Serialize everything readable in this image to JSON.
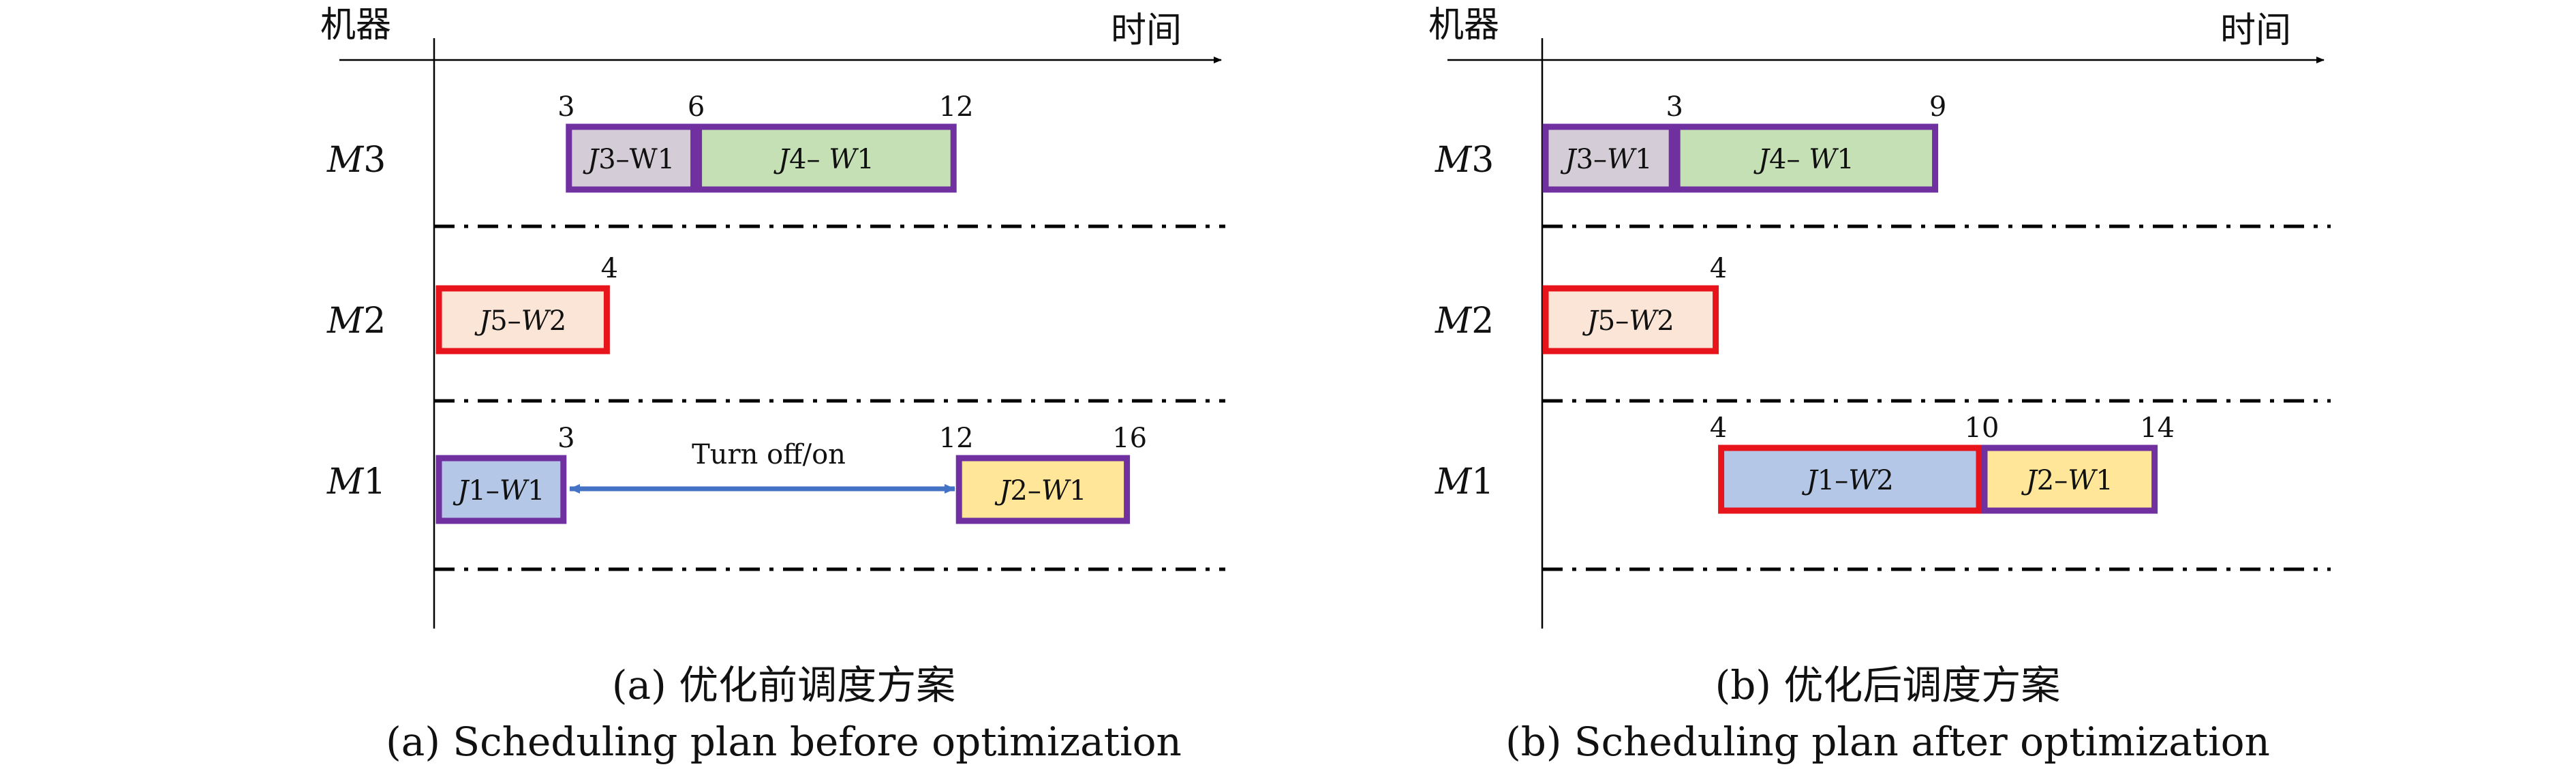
{
  "colors": {
    "purple_border": "#7030A0",
    "red_border": "#E8141B",
    "gray_fill": "#D4CCD6",
    "green_fill": "#C5E0B4",
    "peach_fill": "#FBE5D6",
    "blue_fill": "#B4C7E7",
    "yellow_fill": "#FFE699",
    "arrow_blue": "#4472C4",
    "axis": "#000000"
  },
  "panels": [
    {
      "id": "a",
      "y_axis_label": "机器",
      "x_axis_label": "时间",
      "machines": [
        {
          "label_letter": "M",
          "label_num": "3"
        },
        {
          "label_letter": "M",
          "label_num": "2"
        },
        {
          "label_letter": "M",
          "label_num": "1"
        }
      ],
      "tasks": [
        {
          "machine": "M3",
          "start": 3,
          "end": 6,
          "job": "J",
          "job_num": "3",
          "sep": "–",
          "wl": "W",
          "wl_num": "1",
          "wl_italic": false,
          "fill": "gray_fill",
          "border": "purple_border"
        },
        {
          "machine": "M3",
          "start": 6,
          "end": 12,
          "job": "J",
          "job_num": "4",
          "sep": "– ",
          "wl": "W",
          "wl_num": "1",
          "wl_italic": true,
          "fill": "green_fill",
          "border": "purple_border"
        },
        {
          "machine": "M2",
          "start": 0,
          "end": 4,
          "job": "J",
          "job_num": "5",
          "sep": "–",
          "wl": "W",
          "wl_num": "2",
          "wl_italic": true,
          "fill": "peach_fill",
          "border": "red_border"
        },
        {
          "machine": "M1",
          "start": 0,
          "end": 3,
          "job": "J",
          "job_num": "1",
          "sep": "–",
          "wl": "W",
          "wl_num": "1",
          "wl_italic": true,
          "fill": "blue_fill",
          "border": "purple_border"
        },
        {
          "machine": "M1",
          "start": 12,
          "end": 16,
          "job": "J",
          "job_num": "2",
          "sep": "–",
          "wl": "W",
          "wl_num": "1",
          "wl_italic": true,
          "fill": "yellow_fill",
          "border": "purple_border"
        }
      ],
      "time_labels": [
        {
          "machine": "M3",
          "value": 3,
          "text": "3"
        },
        {
          "machine": "M3",
          "value": 6,
          "text": "6"
        },
        {
          "machine": "M3",
          "value": 12,
          "text": "12"
        },
        {
          "machine": "M2",
          "value": 4,
          "text": "4"
        },
        {
          "machine": "M1",
          "value": 3,
          "text": "3"
        },
        {
          "machine": "M1",
          "value": 12,
          "text": "12"
        },
        {
          "machine": "M1",
          "value": 16,
          "text": "16"
        }
      ],
      "annotation": {
        "text": "Turn off/on",
        "machine": "M1",
        "from": 3,
        "to": 12
      },
      "caption_cn": "(a) 优化前调度方案",
      "caption_en": "(a) Scheduling plan before optimization"
    },
    {
      "id": "b",
      "y_axis_label": "机器",
      "x_axis_label": "时间",
      "machines": [
        {
          "label_letter": "M",
          "label_num": "3"
        },
        {
          "label_letter": "M",
          "label_num": "2"
        },
        {
          "label_letter": "M",
          "label_num": "1"
        }
      ],
      "tasks": [
        {
          "machine": "M3",
          "start": 0,
          "end": 3,
          "job": "J",
          "job_num": "3",
          "sep": "–",
          "wl": "W",
          "wl_num": "1",
          "wl_italic": true,
          "fill": "gray_fill",
          "border": "purple_border"
        },
        {
          "machine": "M3",
          "start": 3,
          "end": 9,
          "job": "J",
          "job_num": "4",
          "sep": "– ",
          "wl": "W",
          "wl_num": "1",
          "wl_italic": true,
          "fill": "green_fill",
          "border": "purple_border"
        },
        {
          "machine": "M2",
          "start": 0,
          "end": 4,
          "job": "J",
          "job_num": "5",
          "sep": "–",
          "wl": "W",
          "wl_num": "2",
          "wl_italic": true,
          "fill": "peach_fill",
          "border": "red_border"
        },
        {
          "machine": "M1",
          "start": 4,
          "end": 10,
          "job": "J",
          "job_num": "1",
          "sep": "–",
          "wl": "W",
          "wl_num": "2",
          "wl_italic": true,
          "fill": "blue_fill",
          "border": "red_border"
        },
        {
          "machine": "M1",
          "start": 10,
          "end": 14,
          "job": "J",
          "job_num": "2",
          "sep": "–",
          "wl": "W",
          "wl_num": "1",
          "wl_italic": true,
          "fill": "yellow_fill",
          "border": "purple_border"
        }
      ],
      "time_labels": [
        {
          "machine": "M3",
          "value": 3,
          "text": "3"
        },
        {
          "machine": "M3",
          "value": 9,
          "text": "9"
        },
        {
          "machine": "M2",
          "value": 4,
          "text": "4"
        },
        {
          "machine": "M1",
          "value": 4,
          "text": "4"
        },
        {
          "machine": "M1",
          "value": 10,
          "text": "10"
        },
        {
          "machine": "M1",
          "value": 14,
          "text": "14"
        }
      ],
      "caption_cn": "(b) 优化后调度方案",
      "caption_en": "(b) Scheduling plan after optimization"
    }
  ]
}
